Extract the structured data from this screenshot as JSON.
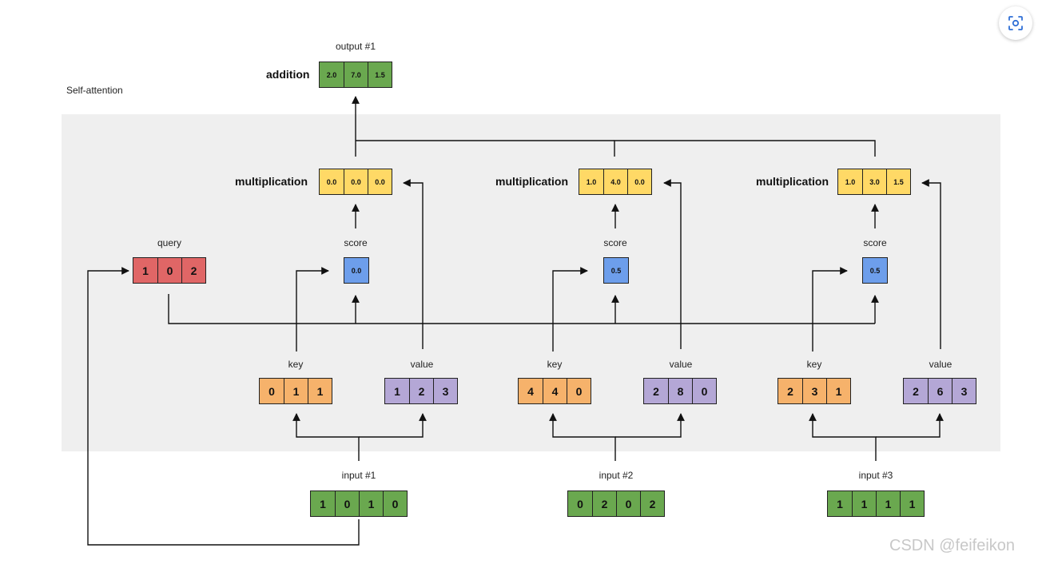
{
  "panel_title": "Self-attention",
  "output": {
    "label": "output #1",
    "op": "addition",
    "values": [
      "2.0",
      "7.0",
      "1.5"
    ]
  },
  "query": {
    "label": "query",
    "values": [
      "1",
      "0",
      "2"
    ]
  },
  "op_label": "multiplication",
  "score_label": "score",
  "key_label": "key",
  "value_label": "value",
  "columns": [
    {
      "input_label": "input #1",
      "input": [
        "1",
        "0",
        "1",
        "0"
      ],
      "key": [
        "0",
        "1",
        "1"
      ],
      "value": [
        "1",
        "2",
        "3"
      ],
      "score": "0.0",
      "product": [
        "0.0",
        "0.0",
        "0.0"
      ]
    },
    {
      "input_label": "input #2",
      "input": [
        "0",
        "2",
        "0",
        "2"
      ],
      "key": [
        "4",
        "4",
        "0"
      ],
      "value": [
        "2",
        "8",
        "0"
      ],
      "score": "0.5",
      "product": [
        "1.0",
        "4.0",
        "0.0"
      ]
    },
    {
      "input_label": "input #3",
      "input": [
        "1",
        "1",
        "1",
        "1"
      ],
      "key": [
        "2",
        "3",
        "1"
      ],
      "value": [
        "2",
        "6",
        "3"
      ],
      "score": "0.5",
      "product": [
        "1.0",
        "3.0",
        "1.5"
      ]
    }
  ],
  "colors": {
    "input": "#6aa84f",
    "query": "#e06666",
    "key": "#f6b26b",
    "value": "#b4a7d6",
    "product": "#ffd966",
    "score": "#6d9eeb",
    "output": "#6aa84f",
    "panel": "#efefef"
  },
  "lens_icon": "lens-icon",
  "watermark": "CSDN @feifeikon"
}
